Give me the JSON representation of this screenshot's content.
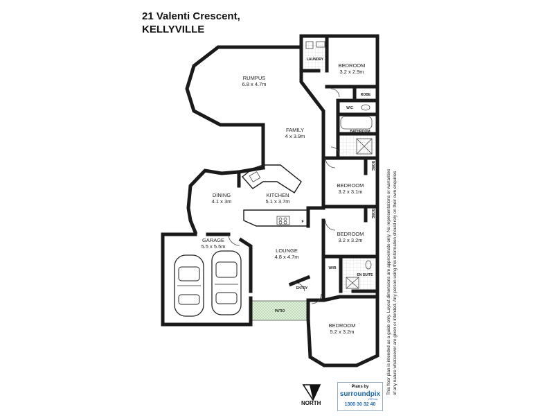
{
  "address": {
    "line1": "21 Valenti Crescent,",
    "line2": "KELLYVILLE"
  },
  "rooms": [
    {
      "id": "rumpus",
      "name": "RUMPUS",
      "dims": "6.8 x 4.7m"
    },
    {
      "id": "family",
      "name": "FAMILY",
      "dims": "4 x 3.9m"
    },
    {
      "id": "dining",
      "name": "DINING",
      "dims": "4.1 x 3m"
    },
    {
      "id": "kitchen",
      "name": "KITCHEN",
      "dims": "5.1 x 3.7m"
    },
    {
      "id": "garage",
      "name": "GARAGE",
      "dims": "5.5 x 5.5m"
    },
    {
      "id": "lounge",
      "name": "LOUNGE",
      "dims": "4.8 x 4.7m"
    },
    {
      "id": "bedroom1",
      "name": "BEDROOM",
      "dims": "3.2 x 2.9m"
    },
    {
      "id": "bedroom2",
      "name": "BEDROOM",
      "dims": "3.2 x 3.1m"
    },
    {
      "id": "bedroom3",
      "name": "BEDROOM",
      "dims": "3.2 x 3.2m"
    },
    {
      "id": "bedroom4",
      "name": "BEDROOM",
      "dims": "5.2 x 3.2m"
    }
  ],
  "labels": {
    "laundry": "LAUNDRY",
    "robe": "ROBE",
    "wc": "W/C",
    "bathroom": "BATHROOM",
    "robe_vertical_1": "ROBE",
    "robe_vertical_2": "ROBE",
    "wir": "W/IR",
    "ensuite": "EN SUITE",
    "entry": "ENTRY",
    "patio": "PATIO",
    "fridge": "F"
  },
  "compass": {
    "label": "NORTH",
    "icon": "north-arrow-icon"
  },
  "logo": {
    "plans_by": "Plans by",
    "brand": "surroundpix",
    "tagline": "VIRTUAL",
    "phone": "1300 30 32 40",
    "brand_color": "#1e6bb8"
  },
  "disclaimer": "This floor plan is intended as a guide only. Layout dimensions are approximate only. No representations or warranties of any nature whatsoever are given or intended. Any person using this information should rely on their own enquiries"
}
